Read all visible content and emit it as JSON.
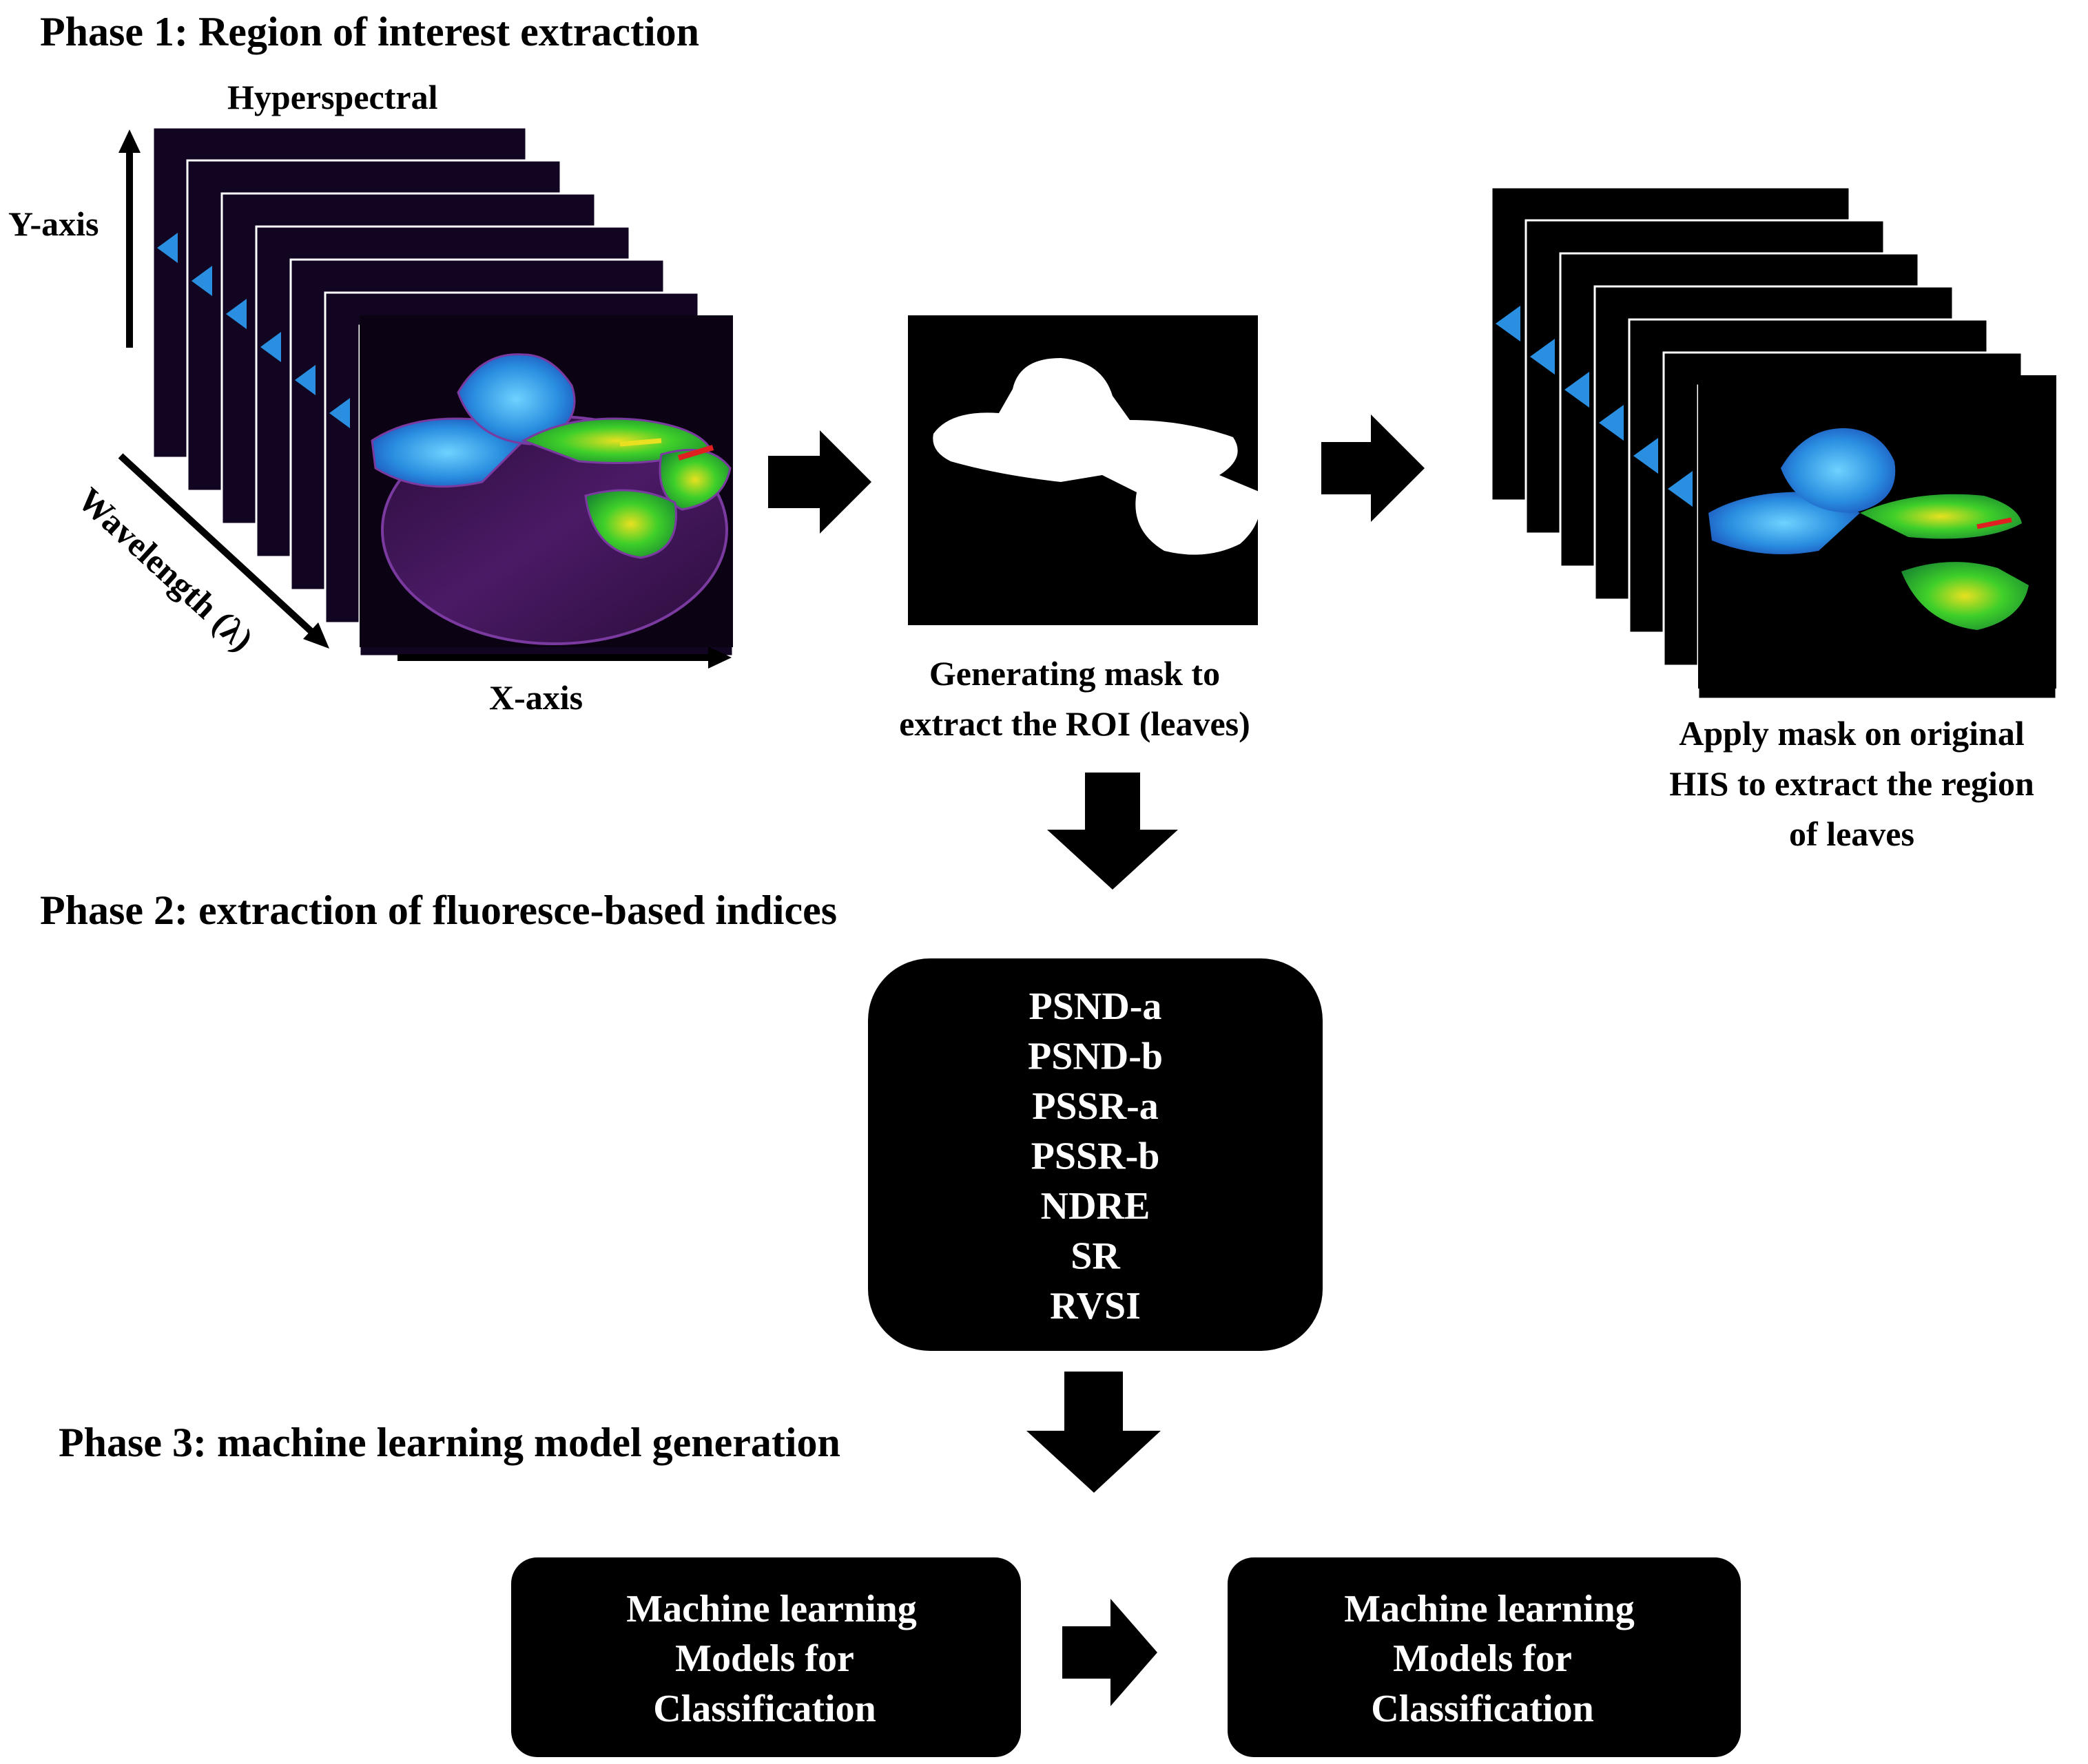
{
  "phase1": {
    "title": "Phase 1: Region of interest extraction",
    "cube_label": "Hyperspectral",
    "y_axis": "Y-axis",
    "x_axis": "X-axis",
    "wavelength_axis": "Wavelength (λ)",
    "mask_caption": [
      "Generating mask to",
      "extract the ROI (leaves)"
    ],
    "apply_caption": [
      "Apply mask on original",
      "HIS to extract the region",
      "of leaves"
    ]
  },
  "phase2": {
    "title": "Phase 2: extraction of fluoresce-based indices",
    "indices": [
      "PSND-a",
      "PSND-b",
      "PSSR-a",
      "PSSR-b",
      "NDRE",
      "SR",
      "RVSI"
    ]
  },
  "phase3": {
    "title": "Phase 3: machine learning model generation",
    "box_left": [
      "Machine learning",
      "Models for",
      "Classification"
    ],
    "box_right": [
      "Machine learning",
      "Models for",
      "Classification"
    ]
  },
  "colors": {
    "plant_blue": "#2a8fe0",
    "plant_green": "#3ecf2a",
    "plant_yellow": "#e8e020",
    "plant_red": "#e02020",
    "dish_purple": "#5a1f7a",
    "panel_black": "#000000"
  },
  "icons": {
    "flow_arrow": "block-arrow",
    "axis_arrow": "line-arrow"
  }
}
